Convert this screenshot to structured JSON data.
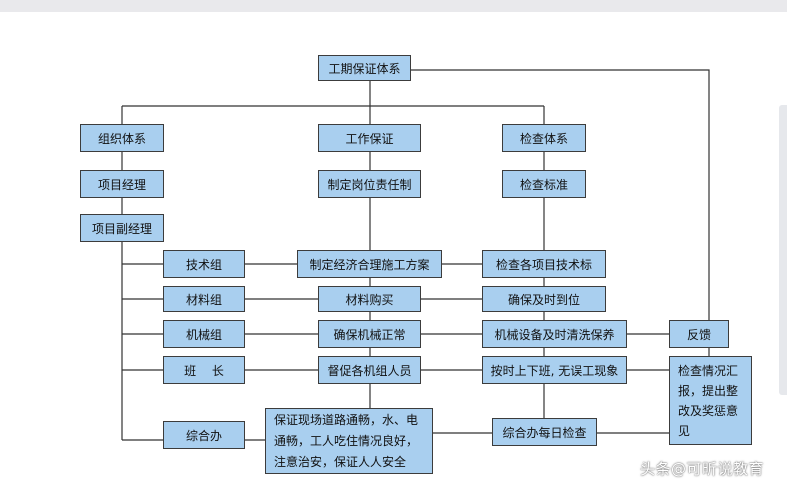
{
  "nodes": {
    "root": "工期保证体系",
    "org_system": "组织体系",
    "work_guarantee": "工作保证",
    "check_system": "检查体系",
    "project_manager": "项目经理",
    "job_responsibility": "制定岗位责任制",
    "check_standard": "检查标准",
    "deputy_manager": "项目副经理",
    "tech_group": "技术组",
    "construction_plan": "制定经济合理施工方案",
    "check_tech_standard": "检查各项目技术标",
    "material_group": "材料组",
    "material_purchase": "材料购买",
    "timely_arrival": "确保及时到位",
    "machinery_group": "机械组",
    "machinery_normal": "确保机械正常",
    "equipment_cleaning": "机械设备及时清洗保养",
    "feedback": "反馈",
    "team_leader": "班　 长",
    "urge_staff": "督促各机组人员",
    "on_time_work": "按时上下班, 无误工现象",
    "check_report": "检查情况汇报，提出整改及奖惩意见",
    "general_office": "综合办",
    "site_guarantee": "保证现场道路通畅，水、电通畅，工人吃住情况良好，注意治安，保证人人安全",
    "daily_check": "综合办每日检查"
  },
  "watermark": "头条@可昕说教育"
}
